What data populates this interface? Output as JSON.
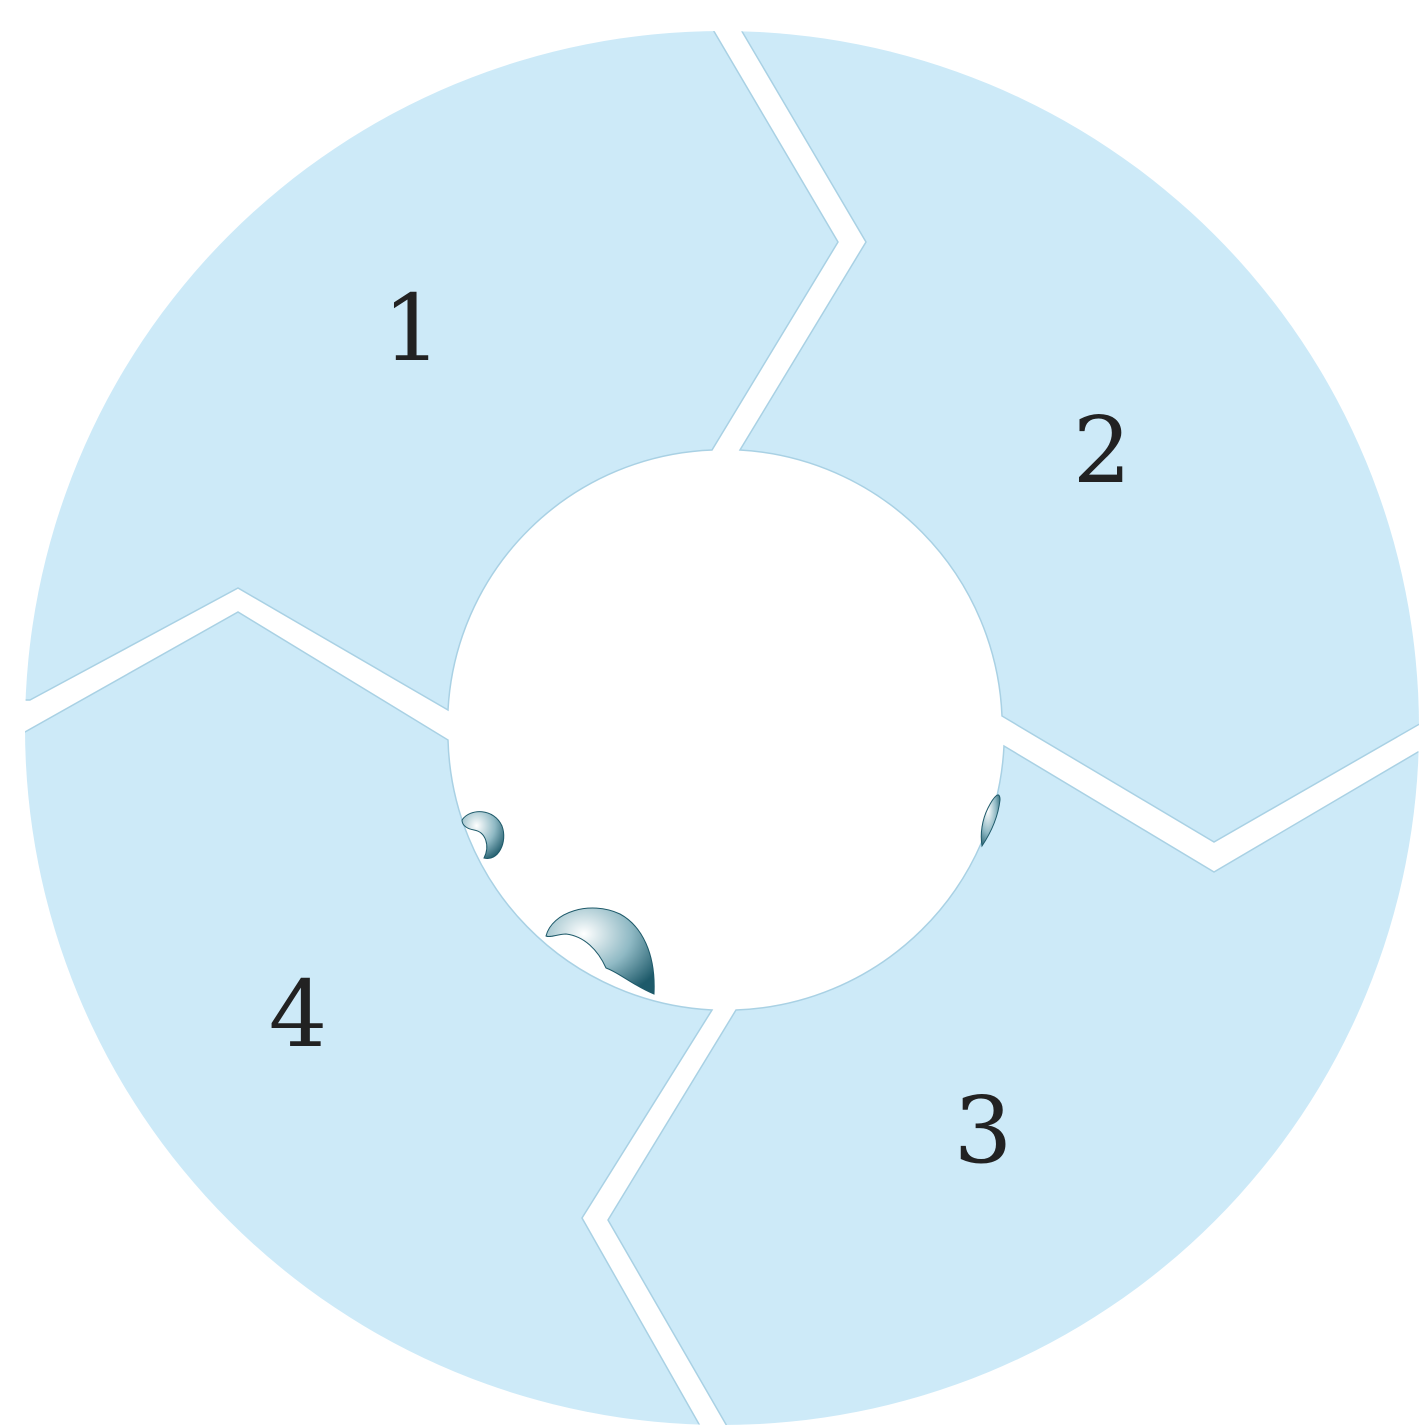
{
  "diagram": {
    "type": "cycle",
    "colors": {
      "segment_fill": "#cdeaf8",
      "segment_stroke": "#a9d1e4",
      "background": "#ffffff",
      "label": "#222222",
      "splash": "#1e5a6a"
    },
    "segments": [
      {
        "label": "1"
      },
      {
        "label": "2"
      },
      {
        "label": "3"
      },
      {
        "label": "4"
      }
    ]
  }
}
